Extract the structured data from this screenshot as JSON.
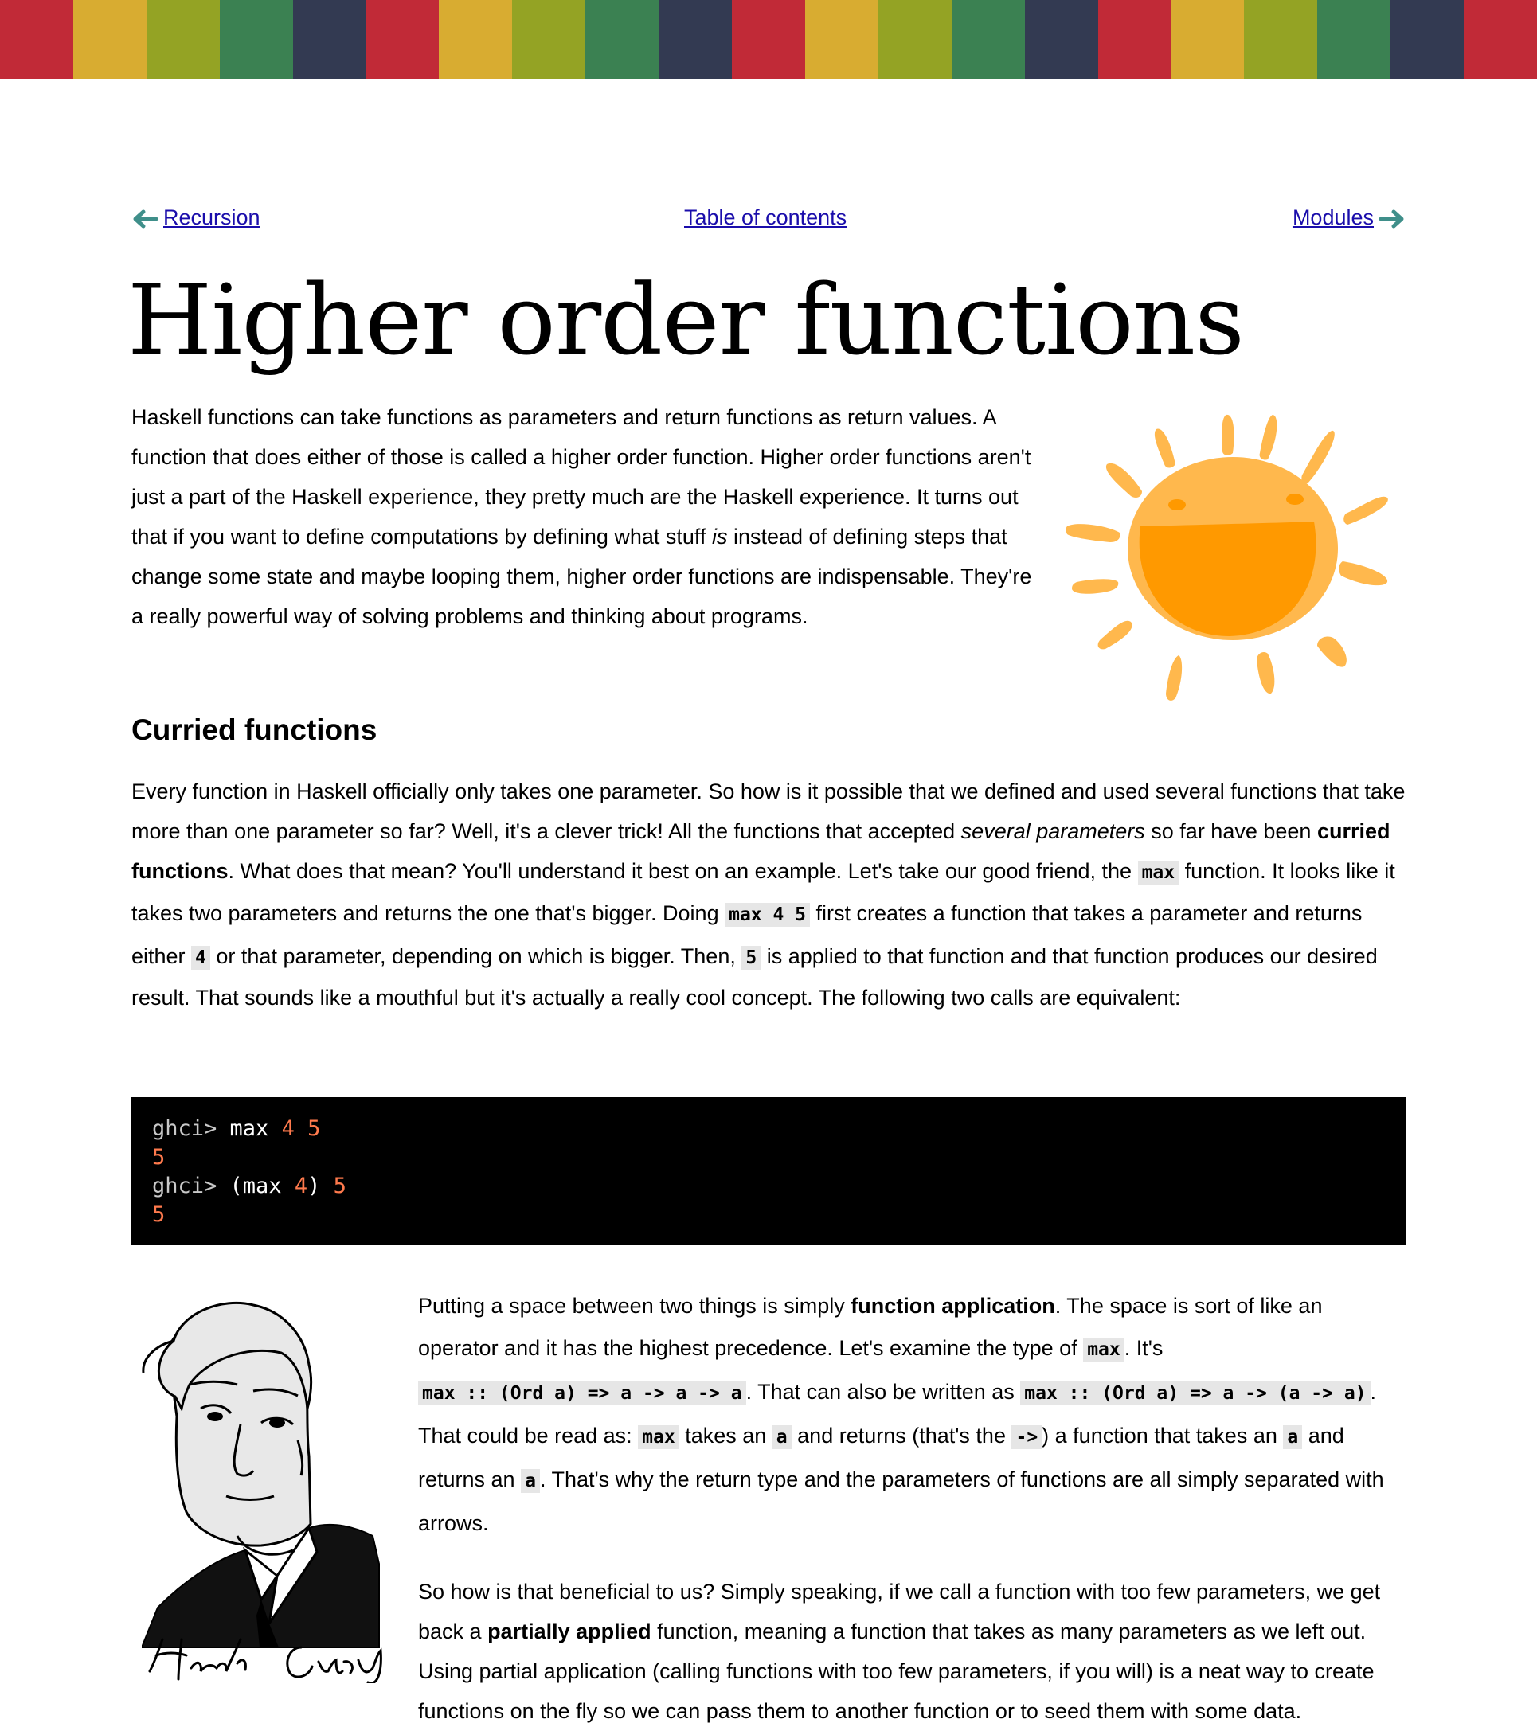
{
  "top_stripe": {
    "colors": [
      "#c12a37",
      "#d8ac31",
      "#94a324",
      "#3b8152",
      "#333a52",
      "#c12a37",
      "#d8ac31",
      "#94a324",
      "#3b8152",
      "#333a52",
      "#c12a37",
      "#d8ac31",
      "#94a324",
      "#3b8152",
      "#333a52",
      "#c12a37",
      "#d8ac31",
      "#94a324",
      "#3b8152",
      "#333a52",
      "#c12a37"
    ]
  },
  "colors": {
    "link": "#1a0dab",
    "arrow": "#3f8f8a",
    "code_bg": "#000000",
    "code_number": "#ff7a4d",
    "inline_code_bg": "#e6e6e6",
    "sun_outer": "#ffb84d",
    "sun_mouth": "#ff9900"
  },
  "nav": {
    "prev_label": "Recursion",
    "prev_icon": "arrow-left-icon",
    "toc_label": "Table of contents",
    "next_label": "Modules",
    "next_icon": "arrow-right-icon"
  },
  "page_title": "Higher order functions",
  "intro": {
    "t1": "Haskell functions can take functions as parameters and return functions as return values. A function that does either of those is called a higher order function. Higher order functions aren't just a part of the Haskell experience, they pretty much are the Haskell experience. It turns out that if you want to define computations by defining what stuff ",
    "em": "is",
    "t2": " instead of defining steps that change some state and maybe looping them, higher order functions are indispensable. They're a really powerful way of solving problems and thinking about programs."
  },
  "section_heading": "Curried functions",
  "para2": {
    "t1": "Every function in Haskell officially only takes one parameter. So how is it possible that we defined and used several functions that take more than one parameter so far? Well, it's a clever trick! All the functions that accepted ",
    "em1": "several parameters",
    "t2": " so far have been ",
    "b1": "curried functions",
    "t3": ". What does that mean? You'll understand it best on an example. Let's take our good friend, the ",
    "c1": "max",
    "t4": " function. It looks like it takes two parameters and returns the one that's bigger. Doing ",
    "c2": "max 4 5",
    "t5": " first creates a function that takes a parameter and returns either ",
    "c3": "4",
    "t6": " or that parameter, depending on which is bigger. Then, ",
    "c4": "5",
    "t7": " is applied to that function and that function produces our desired result. That sounds like a mouthful but it's actually a really cool concept. The following two calls are equivalent:"
  },
  "code_block": {
    "prompt": "ghci>",
    "line1_a": "max",
    "line1_n1": "4",
    "line1_n2": "5",
    "line2": "5",
    "line3_a": "(max",
    "line3_n1": "4",
    "line3_b": ")",
    "line3_n2": "5",
    "line4": "5"
  },
  "para3": {
    "t1": "Putting a space between two things is simply ",
    "b1": "function application",
    "t2": ". The space is sort of like an operator and it has the highest precedence. Let's examine the type of ",
    "c1": "max",
    "t3": ". It's ",
    "c2": "max :: (Ord a) => a -> a -> a",
    "t4": ". That can also be written as ",
    "c3": "max :: (Ord a) => a -> (a -> a)",
    "t5": ". That could be read as: ",
    "c4": "max",
    "t6": " takes an ",
    "c5": "a",
    "t7": " and returns (that's the ",
    "c6": "->",
    "t8": ") a function that takes an ",
    "c7": "a",
    "t9": " and returns an ",
    "c8": "a",
    "t10": ". That's why the return type and the parameters of functions are all simply separated with arrows."
  },
  "para4": {
    "t1": "So how is that beneficial to us? Simply speaking, if we call a function with too few parameters, we get back a ",
    "b1": "partially applied",
    "t2": " function, meaning a function that takes as many parameters as we left out. Using partial application (calling functions with too few parameters, if you will) is a neat way to create functions on the fly so we can pass them to another function or to seed them with some data."
  },
  "images": {
    "sun": "smiling-sun-illustration",
    "curry": "haskell-curry-portrait",
    "curry_signature": "Haskell Curry"
  }
}
